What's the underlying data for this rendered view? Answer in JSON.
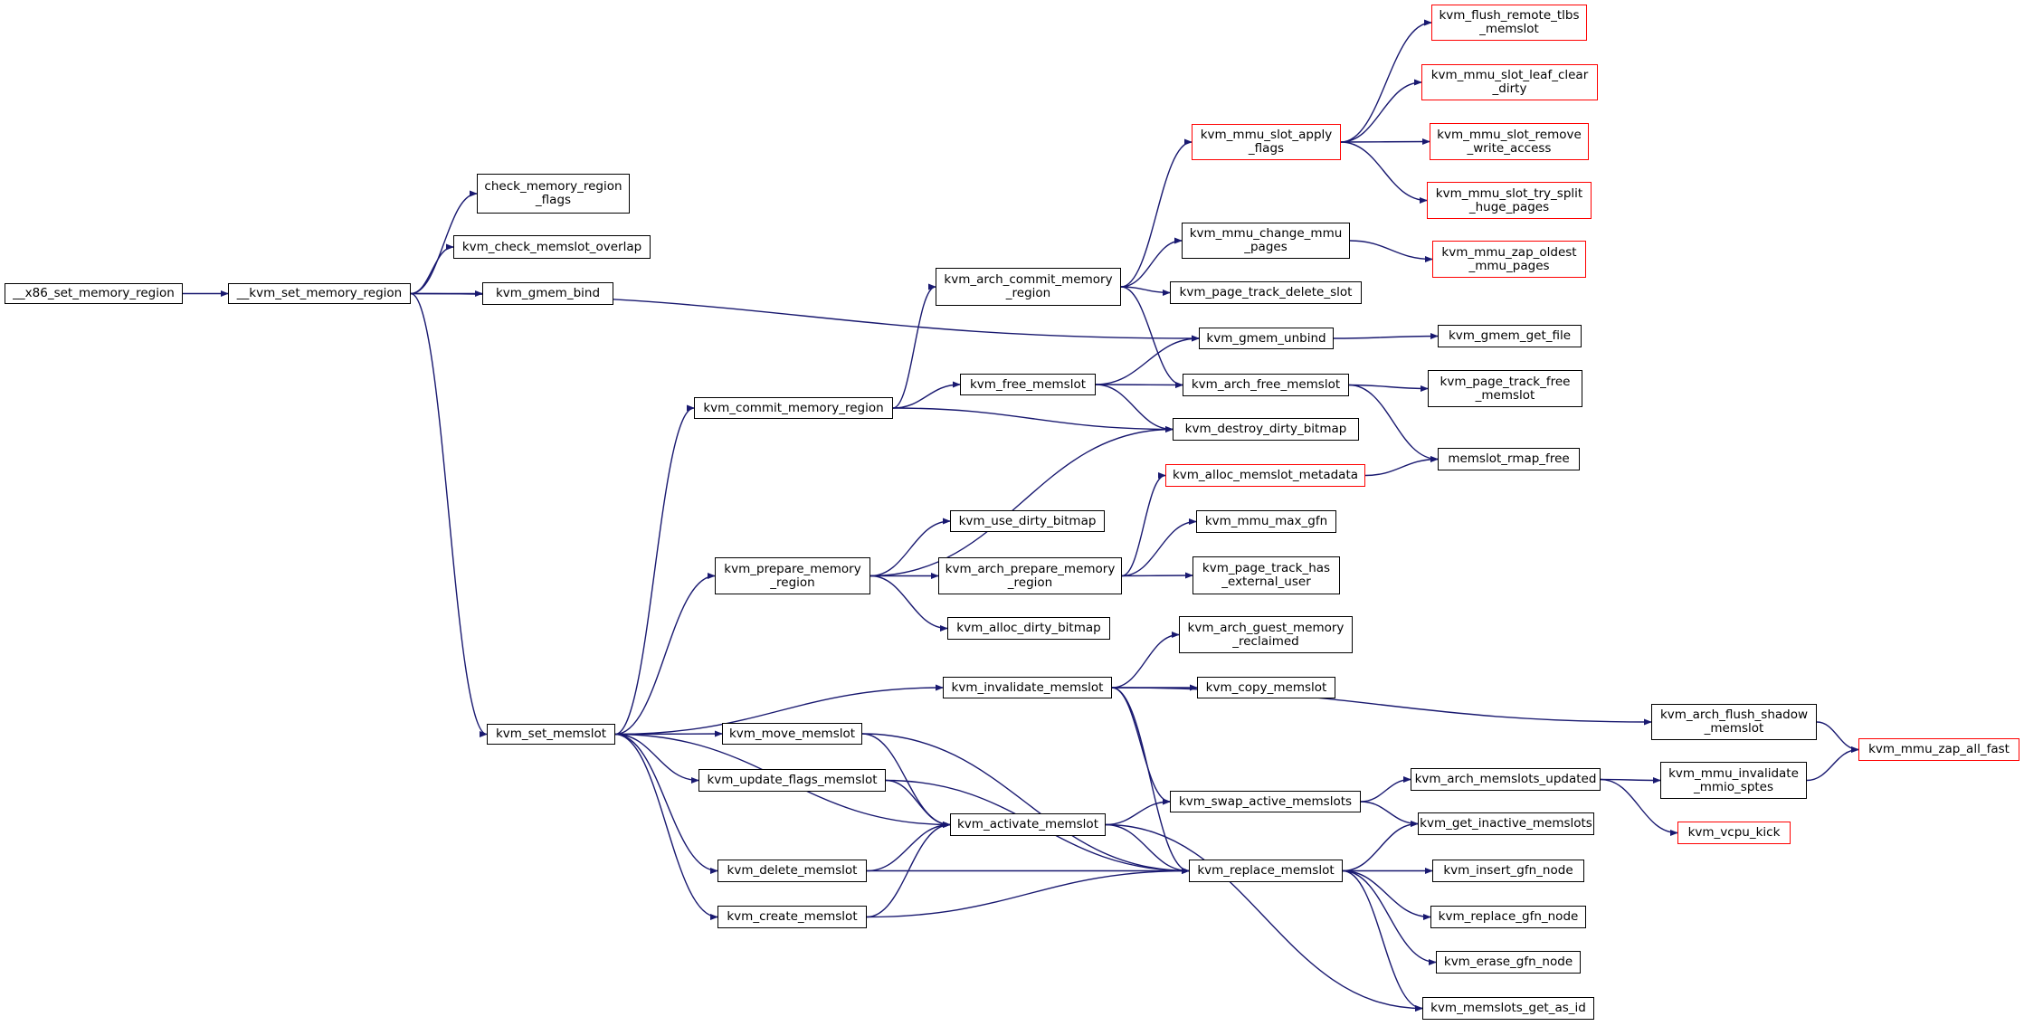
{
  "graph": {
    "colors": {
      "edge": "#191970",
      "root_fill": "#bfbfbf",
      "node_border": "#000000",
      "truncated_border": "#ff0000"
    },
    "nodes": [
      {
        "id": "n_x86",
        "label": "__x86_set_memory_region",
        "root": true
      },
      {
        "id": "n_kvmset",
        "label": "__kvm_set_memory_region"
      },
      {
        "id": "n_checkflags",
        "label": "check_memory_region\n_flags"
      },
      {
        "id": "n_overlap",
        "label": "kvm_check_memslot_overlap"
      },
      {
        "id": "n_gmembind",
        "label": "kvm_gmem_bind"
      },
      {
        "id": "n_setmemslot",
        "label": "kvm_set_memslot"
      },
      {
        "id": "n_commit",
        "label": "kvm_commit_memory_region"
      },
      {
        "id": "n_archcommit",
        "label": "kvm_arch_commit_memory\n_region"
      },
      {
        "id": "n_applyflags",
        "label": "kvm_mmu_slot_apply\n_flags",
        "red": true
      },
      {
        "id": "n_flushremote",
        "label": "kvm_flush_remote_tlbs\n_memslot",
        "red": true
      },
      {
        "id": "n_leafclear",
        "label": "kvm_mmu_slot_leaf_clear\n_dirty",
        "red": true
      },
      {
        "id": "n_removewrite",
        "label": "kvm_mmu_slot_remove\n_write_access",
        "red": true
      },
      {
        "id": "n_trysplit",
        "label": "kvm_mmu_slot_try_split\n_huge_pages",
        "red": true
      },
      {
        "id": "n_changemmu",
        "label": "kvm_mmu_change_mmu\n_pages"
      },
      {
        "id": "n_zapoldest",
        "label": "kvm_mmu_zap_oldest\n_mmu_pages",
        "red": true
      },
      {
        "id": "n_ptdeleteslot",
        "label": "kvm_page_track_delete_slot"
      },
      {
        "id": "n_gmemunbind",
        "label": "kvm_gmem_unbind"
      },
      {
        "id": "n_gmemgetfile",
        "label": "kvm_gmem_get_file"
      },
      {
        "id": "n_freememslot",
        "label": "kvm_free_memslot"
      },
      {
        "id": "n_archfree",
        "label": "kvm_arch_free_memslot"
      },
      {
        "id": "n_ptfree",
        "label": "kvm_page_track_free\n_memslot"
      },
      {
        "id": "n_destroydirty",
        "label": "kvm_destroy_dirty_bitmap"
      },
      {
        "id": "n_rmapfree",
        "label": "memslot_rmap_free"
      },
      {
        "id": "n_allocmeta",
        "label": "kvm_alloc_memslot_metadata",
        "red": true
      },
      {
        "id": "n_usedirty",
        "label": "kvm_use_dirty_bitmap"
      },
      {
        "id": "n_prepare",
        "label": "kvm_prepare_memory\n_region"
      },
      {
        "id": "n_archprepare",
        "label": "kvm_arch_prepare_memory\n_region"
      },
      {
        "id": "n_maxgfn",
        "label": "kvm_mmu_max_gfn"
      },
      {
        "id": "n_ptextuser",
        "label": "kvm_page_track_has\n_external_user"
      },
      {
        "id": "n_allocdirty",
        "label": "kvm_alloc_dirty_bitmap"
      },
      {
        "id": "n_guestreclaim",
        "label": "kvm_arch_guest_memory\n_reclaimed"
      },
      {
        "id": "n_invalidate",
        "label": "kvm_invalidate_memslot"
      },
      {
        "id": "n_copymemslot",
        "label": "kvm_copy_memslot"
      },
      {
        "id": "n_flushshadow",
        "label": "kvm_arch_flush_shadow\n_memslot"
      },
      {
        "id": "n_zapallfast",
        "label": "kvm_mmu_zap_all_fast",
        "red": true
      },
      {
        "id": "n_move",
        "label": "kvm_move_memslot"
      },
      {
        "id": "n_updateflags",
        "label": "kvm_update_flags_memslot"
      },
      {
        "id": "n_activate",
        "label": "kvm_activate_memslot"
      },
      {
        "id": "n_swapactive",
        "label": "kvm_swap_active_memslots"
      },
      {
        "id": "n_slotsupdated",
        "label": "kvm_arch_memslots_updated"
      },
      {
        "id": "n_invalidatemmio",
        "label": "kvm_mmu_invalidate\n_mmio_sptes"
      },
      {
        "id": "n_vcpukick",
        "label": "kvm_vcpu_kick",
        "red": true
      },
      {
        "id": "n_getinactive",
        "label": "kvm_get_inactive_memslots"
      },
      {
        "id": "n_delete",
        "label": "kvm_delete_memslot"
      },
      {
        "id": "n_replace",
        "label": "kvm_replace_memslot"
      },
      {
        "id": "n_insertgfn",
        "label": "kvm_insert_gfn_node"
      },
      {
        "id": "n_create",
        "label": "kvm_create_memslot"
      },
      {
        "id": "n_replacegfn",
        "label": "kvm_replace_gfn_node"
      },
      {
        "id": "n_erasegfn",
        "label": "kvm_erase_gfn_node"
      },
      {
        "id": "n_getasid",
        "label": "kvm_memslots_get_as_id"
      }
    ],
    "edges": [
      [
        "n_x86",
        "n_kvmset"
      ],
      [
        "n_kvmset",
        "n_checkflags"
      ],
      [
        "n_kvmset",
        "n_overlap"
      ],
      [
        "n_kvmset",
        "n_gmembind"
      ],
      [
        "n_kvmset",
        "n_gmemunbind"
      ],
      [
        "n_kvmset",
        "n_setmemslot"
      ],
      [
        "n_archcommit",
        "n_applyflags"
      ],
      [
        "n_archcommit",
        "n_changemmu"
      ],
      [
        "n_archcommit",
        "n_ptdeleteslot"
      ],
      [
        "n_archcommit",
        "n_archfree"
      ],
      [
        "n_applyflags",
        "n_flushremote"
      ],
      [
        "n_applyflags",
        "n_leafclear"
      ],
      [
        "n_applyflags",
        "n_removewrite"
      ],
      [
        "n_applyflags",
        "n_trysplit"
      ],
      [
        "n_changemmu",
        "n_zapoldest"
      ],
      [
        "n_gmemunbind",
        "n_gmemgetfile"
      ],
      [
        "n_commit",
        "n_archcommit"
      ],
      [
        "n_commit",
        "n_freememslot"
      ],
      [
        "n_commit",
        "n_destroydirty"
      ],
      [
        "n_freememslot",
        "n_gmemunbind"
      ],
      [
        "n_freememslot",
        "n_archfree"
      ],
      [
        "n_freememslot",
        "n_destroydirty"
      ],
      [
        "n_archfree",
        "n_ptfree"
      ],
      [
        "n_archfree",
        "n_rmapfree"
      ],
      [
        "n_allocmeta",
        "n_rmapfree"
      ],
      [
        "n_prepare",
        "n_destroydirty"
      ],
      [
        "n_prepare",
        "n_usedirty"
      ],
      [
        "n_prepare",
        "n_archprepare"
      ],
      [
        "n_prepare",
        "n_allocdirty"
      ],
      [
        "n_archprepare",
        "n_allocmeta"
      ],
      [
        "n_archprepare",
        "n_maxgfn"
      ],
      [
        "n_archprepare",
        "n_ptextuser"
      ],
      [
        "n_setmemslot",
        "n_commit"
      ],
      [
        "n_setmemslot",
        "n_prepare"
      ],
      [
        "n_setmemslot",
        "n_invalidate"
      ],
      [
        "n_setmemslot",
        "n_move"
      ],
      [
        "n_setmemslot",
        "n_updateflags"
      ],
      [
        "n_setmemslot",
        "n_activate"
      ],
      [
        "n_setmemslot",
        "n_delete"
      ],
      [
        "n_setmemslot",
        "n_create"
      ],
      [
        "n_invalidate",
        "n_guestreclaim"
      ],
      [
        "n_invalidate",
        "n_copymemslot"
      ],
      [
        "n_invalidate",
        "n_flushshadow"
      ],
      [
        "n_invalidate",
        "n_swapactive"
      ],
      [
        "n_invalidate",
        "n_replace"
      ],
      [
        "n_flushshadow",
        "n_zapallfast"
      ],
      [
        "n_move",
        "n_activate"
      ],
      [
        "n_move",
        "n_replace"
      ],
      [
        "n_updateflags",
        "n_activate"
      ],
      [
        "n_updateflags",
        "n_replace"
      ],
      [
        "n_activate",
        "n_swapactive"
      ],
      [
        "n_activate",
        "n_replace"
      ],
      [
        "n_activate",
        "n_getasid"
      ],
      [
        "n_swapactive",
        "n_slotsupdated"
      ],
      [
        "n_swapactive",
        "n_getinactive"
      ],
      [
        "n_slotsupdated",
        "n_invalidatemmio"
      ],
      [
        "n_slotsupdated",
        "n_vcpukick"
      ],
      [
        "n_invalidatemmio",
        "n_zapallfast"
      ],
      [
        "n_delete",
        "n_activate"
      ],
      [
        "n_delete",
        "n_replace"
      ],
      [
        "n_create",
        "n_activate"
      ],
      [
        "n_create",
        "n_replace"
      ],
      [
        "n_replace",
        "n_getinactive"
      ],
      [
        "n_replace",
        "n_insertgfn"
      ],
      [
        "n_replace",
        "n_replacegfn"
      ],
      [
        "n_replace",
        "n_erasegfn"
      ],
      [
        "n_replace",
        "n_getasid"
      ]
    ]
  }
}
